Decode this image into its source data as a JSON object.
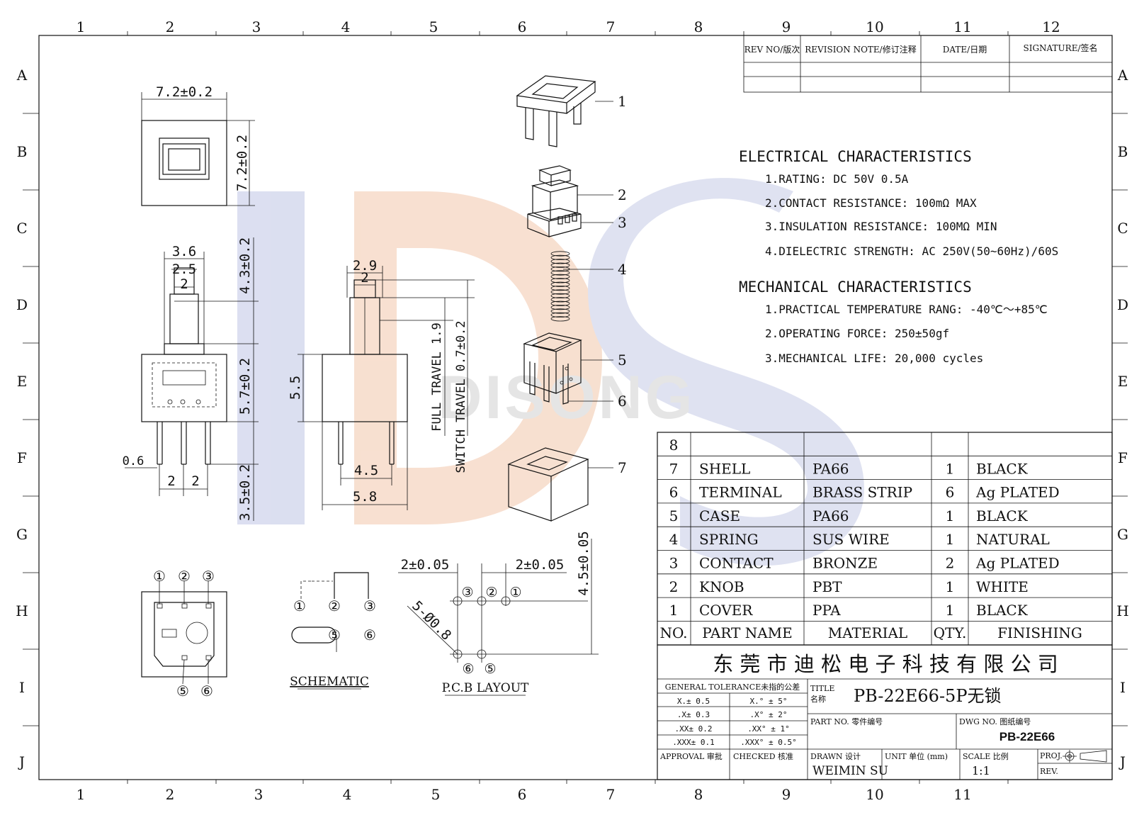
{
  "border": {
    "cols": [
      "1",
      "2",
      "3",
      "4",
      "5",
      "6",
      "7",
      "8",
      "9",
      "10",
      "11",
      "12"
    ],
    "rows": [
      "A",
      "B",
      "C",
      "D",
      "E",
      "F",
      "G",
      "H",
      "I",
      "J"
    ],
    "bottom_cols": [
      "1",
      "2",
      "3",
      "4",
      "5",
      "6",
      "7",
      "8",
      "9",
      "10",
      "11"
    ]
  },
  "watermark": {
    "text": "DISONG"
  },
  "revision": {
    "headers": [
      "REV NO/版次",
      "REVISION NOTE/修订注释",
      "DATE/日期",
      "SIGNATURE/签名"
    ]
  },
  "electrical": {
    "title": "ELECTRICAL CHARACTERISTICS",
    "items": [
      "1.RATING: DC 50V 0.5A",
      "2.CONTACT RESISTANCE: 100mΩ MAX",
      "3.INSULATION RESISTANCE: 100MΩ MIN",
      "4.DIELECTRIC STRENGTH: AC 250V(50~60Hz)/60S"
    ]
  },
  "mechanical": {
    "title": "MECHANICAL CHARACTERISTICS",
    "items": [
      "1.PRACTICAL TEMPERATURE RANG: -40℃～+85℃",
      "2.OPERATING FORCE: 250±50gf",
      "3.MECHANICAL LIFE: 20,000 cycles"
    ]
  },
  "parts": {
    "empty_row_no": "8",
    "rows": [
      {
        "no": "7",
        "name": "SHELL",
        "material": "PA66",
        "qty": "1",
        "finishing": "BLACK"
      },
      {
        "no": "6",
        "name": "TERMINAL",
        "material": "BRASS STRIP",
        "qty": "6",
        "finishing": "Ag PLATED"
      },
      {
        "no": "5",
        "name": "CASE",
        "material": "PA66",
        "qty": "1",
        "finishing": "BLACK"
      },
      {
        "no": "4",
        "name": "SPRING",
        "material": "SUS WIRE",
        "qty": "1",
        "finishing": "NATURAL"
      },
      {
        "no": "3",
        "name": "CONTACT",
        "material": "BRONZE",
        "qty": "2",
        "finishing": "Ag PLATED"
      },
      {
        "no": "2",
        "name": "KNOB",
        "material": "PBT",
        "qty": "1",
        "finishing": "WHITE"
      },
      {
        "no": "1",
        "name": "COVER",
        "material": "PPA",
        "qty": "1",
        "finishing": "BLACK"
      }
    ],
    "headers": {
      "no": "NO.",
      "name": "PART NAME",
      "material": "MATERIAL",
      "qty": "QTY.",
      "finishing": "FINISHING"
    }
  },
  "title_block": {
    "company": "东 莞 市 迪 松 电 子 科 技 有 限 公 司",
    "tolerance_title": "GENERAL TOLERANCE未指的公差",
    "tolerances": [
      [
        "X.± 0.5",
        "X.° ± 5°"
      ],
      [
        ".X± 0.3",
        ".X° ± 2°"
      ],
      [
        ".XX± 0.2",
        ".XX° ± 1°"
      ],
      [
        ".XXX± 0.1",
        ".XXX° ± 0.5°"
      ]
    ],
    "title_label_en": "TITLE",
    "title_label_cn": "名称",
    "title": "PB-22E66-5P无锁",
    "part_no_label": "PART NO. 零件编号",
    "dwg_no_label": "DWG NO. 图纸编号",
    "dwg_no": "PB-22E66",
    "approval": "APPROVAL 审批",
    "checked": "CHECKED 核准",
    "drawn_label": "DRAWN 设计",
    "drawn_by": "WEIMIN SU",
    "unit_label": "UNIT 单位 (mm)",
    "scale_label": "SCALE 比例",
    "scale": "1:1",
    "proj_label": "PROJ.",
    "rev_label": "REV."
  },
  "dims": {
    "top_w": "7.2±0.2",
    "top_h": "7.2±0.2",
    "d36": "3.6",
    "d25": "2.5",
    "d2a": "2",
    "d43": "4.3±0.2",
    "d57": "5.7±0.2",
    "d35": "3.5±0.2",
    "d06": "0.6",
    "d2b": "2",
    "d2c": "2",
    "d29": "2.9",
    "d2d": "2",
    "d55": "5.5",
    "d45": "4.5",
    "d58": "5.8",
    "full_travel": "FULL TRAVEL 1.9",
    "switch_travel": "SWITCH TRAVEL 0.7±0.2",
    "pcb_2a": "2±0.05",
    "pcb_2b": "2±0.05",
    "pcb_45": "4.5±0.05",
    "pcb_hole": "5-Ø0.8"
  },
  "callouts": [
    "1",
    "2",
    "3",
    "4",
    "5",
    "6",
    "7"
  ],
  "pins": {
    "p1": "①",
    "p2": "②",
    "p3": "③",
    "p5": "⑤",
    "p6": "⑥"
  },
  "labels": {
    "schematic": "SCHEMATIC",
    "pcb": "P.C.B LAYOUT"
  }
}
